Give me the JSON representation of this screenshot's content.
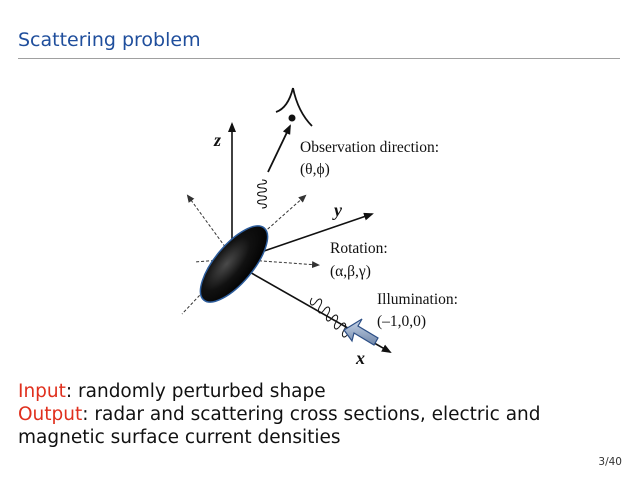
{
  "slide": {
    "title": "Scattering problem",
    "page": "3/40"
  },
  "figure": {
    "axis_z": "z",
    "axis_y": "y",
    "axis_x": "x",
    "observation_label": "Observation direction:",
    "observation_value": "(θ,ϕ)",
    "rotation_label": "Rotation:",
    "rotation_value": "(α,β,γ)",
    "illumination_label": "Illumination:",
    "illumination_value": "(–1,0,0)",
    "icons": [
      "eye-icon",
      "scatterer-ellipsoid",
      "incident-wave",
      "scattered-wave"
    ]
  },
  "body": {
    "input_label": "Input",
    "input_text": ": randomly perturbed shape",
    "output_label": "Output",
    "output_text": ": radar and scattering cross sections, electric and magnetic surface current densities"
  },
  "colors": {
    "title": "#1f4e9c",
    "keyword": "#e0301e",
    "scatterer_edge": "#2d5d9c"
  }
}
